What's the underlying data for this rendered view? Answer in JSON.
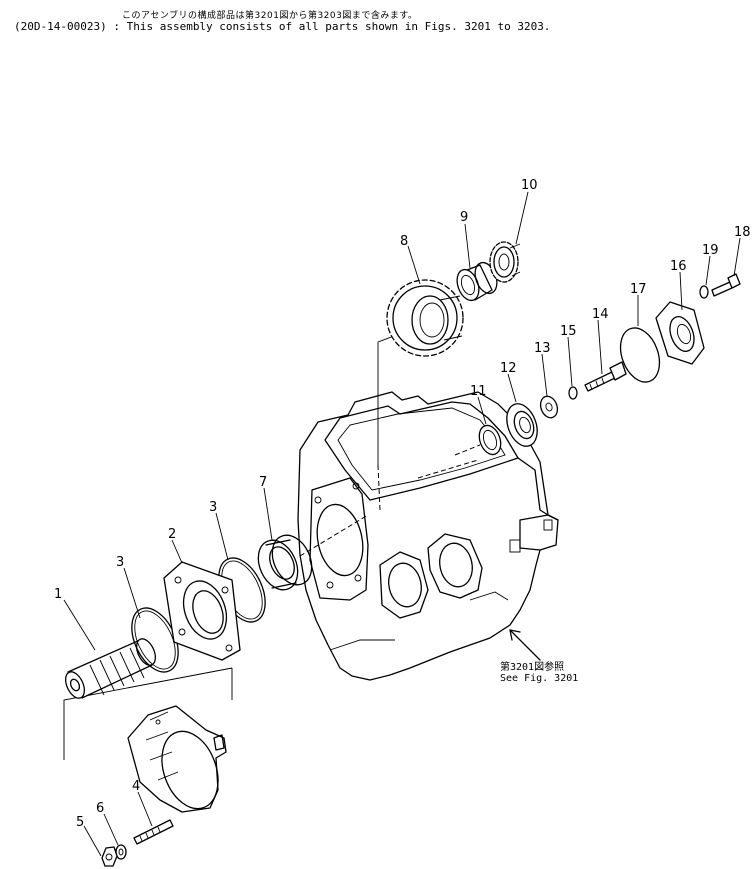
{
  "header": {
    "note_jp": "このアセンブリの構成部品は第3201図から第3203図まで含みます。",
    "code": "(20D-14-00023)",
    "note_en": ": This assembly consists of all parts shown in Figs. 3201 to 3203."
  },
  "reference": {
    "jp": "第3201図参照",
    "en": "See Fig. 3201"
  },
  "callouts": [
    "1",
    "2",
    "3",
    "3",
    "4",
    "5",
    "6",
    "7",
    "8",
    "9",
    "10",
    "11",
    "12",
    "13",
    "14",
    "15",
    "16",
    "17",
    "18",
    "19"
  ]
}
